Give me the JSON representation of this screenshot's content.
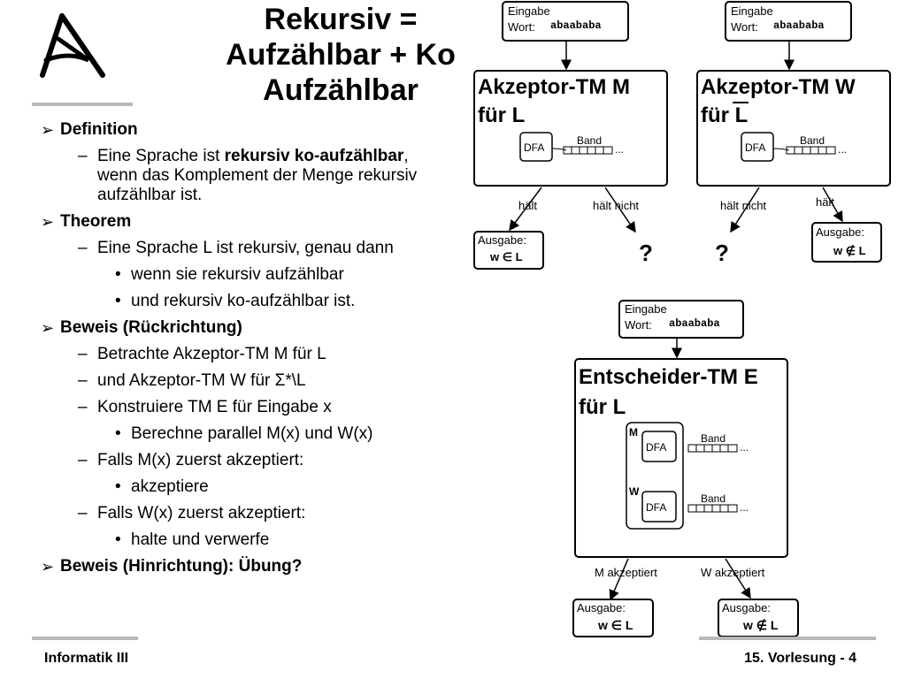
{
  "title": {
    "line1": "Rekursiv =",
    "line2": "Aufzählbar + Ko",
    "line3": "Aufzählbar"
  },
  "bullets": {
    "definition": {
      "label": "Definition",
      "item_pre": "Eine Sprache ist ",
      "item_bold": "rekursiv ko-aufzählbar",
      "item_post": ", wenn das Komplement der Menge rekursiv aufzählbar ist."
    },
    "theorem": {
      "label": "Theorem",
      "item": "Eine Sprache L ist rekursiv, genau dann",
      "sub1": "wenn sie rekursiv aufzählbar",
      "sub2": "und rekursiv ko-aufzählbar ist."
    },
    "proof_back": {
      "label": "Beweis (Rückrichtung)",
      "item1": "Betrachte Akzeptor-TM M für L",
      "item2": "und Akzeptor-TM W für Σ*\\L",
      "item3": "Konstruiere TM E für Eingabe x",
      "item3_sub": "Berechne parallel M(x) und W(x)",
      "item4": "Falls M(x) zuerst akzeptiert:",
      "item4_sub": "akzeptiere",
      "item5": "Falls W(x) zuerst akzeptiert:",
      "item5_sub": "halte und verwerfe"
    },
    "proof_forward": {
      "label": "Beweis (Hinrichtung): Übung?"
    }
  },
  "diagram": {
    "input_label1": "Eingabe",
    "input_label2": "Wort:",
    "input_word": "abaababa",
    "tm_m_title1": "Akzeptor-TM M",
    "tm_m_title2": "für L",
    "tm_w_title1": "Akzeptor-TM W",
    "tm_w_title2": "für L",
    "dfa": "DFA",
    "band": "Band",
    "ellipsis": "...",
    "halts": "hält",
    "halts_not": "hält nicht",
    "question": "?",
    "output_label": "Ausgabe:",
    "out_in": "w ∈ L",
    "out_notin": "w ∉ L",
    "tm_e_title1": "Entscheider-TM E",
    "tm_e_title2": "für L",
    "m_letter": "M",
    "w_letter": "W",
    "m_accepts": "M akzeptiert",
    "w_accepts": "W akzeptiert"
  },
  "footer": {
    "left": "Informatik III",
    "right": "15. Vorlesung - 4"
  }
}
